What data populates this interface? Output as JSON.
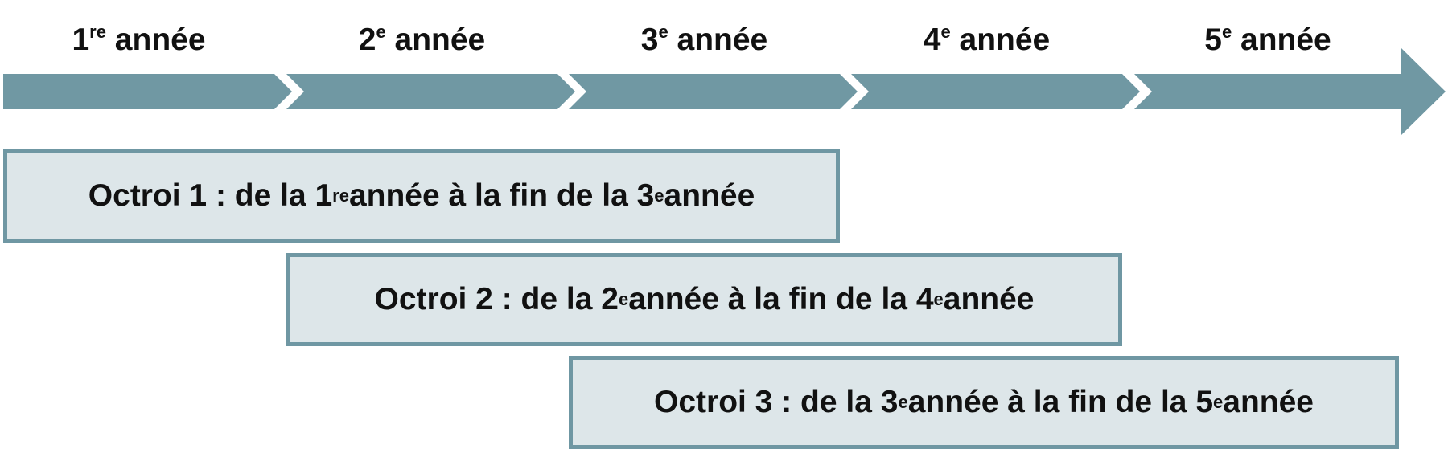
{
  "colors": {
    "arrow": "#7098a3",
    "box_border": "#6f97a3",
    "box_fill": "#dde6e9",
    "text": "#111111"
  },
  "years": [
    {
      "num": "1",
      "sup": "re",
      "word": " année"
    },
    {
      "num": "2",
      "sup": "e",
      "word": " année"
    },
    {
      "num": "3",
      "sup": "e",
      "word": " année"
    },
    {
      "num": "4",
      "sup": "e",
      "word": " année"
    },
    {
      "num": "5",
      "sup": "e",
      "word": " année"
    }
  ],
  "grants": [
    {
      "start_year": 1,
      "end_year": 3,
      "label": {
        "a": "Octroi 1 : de la 1",
        "a_sup": "re",
        "b": " année à la fin de la 3",
        "b_sup": "e",
        "c": " année"
      }
    },
    {
      "start_year": 2,
      "end_year": 4,
      "label": {
        "a": "Octroi 2 : de la 2",
        "a_sup": "e",
        "b": " année à la fin de la 4",
        "b_sup": "e",
        "c": " année"
      }
    },
    {
      "start_year": 3,
      "end_year": 5,
      "label": {
        "a": "Octroi 3 : de la 3",
        "a_sup": "e",
        "b": " année à la fin de la 5",
        "b_sup": "e",
        "c": " année"
      }
    }
  ]
}
